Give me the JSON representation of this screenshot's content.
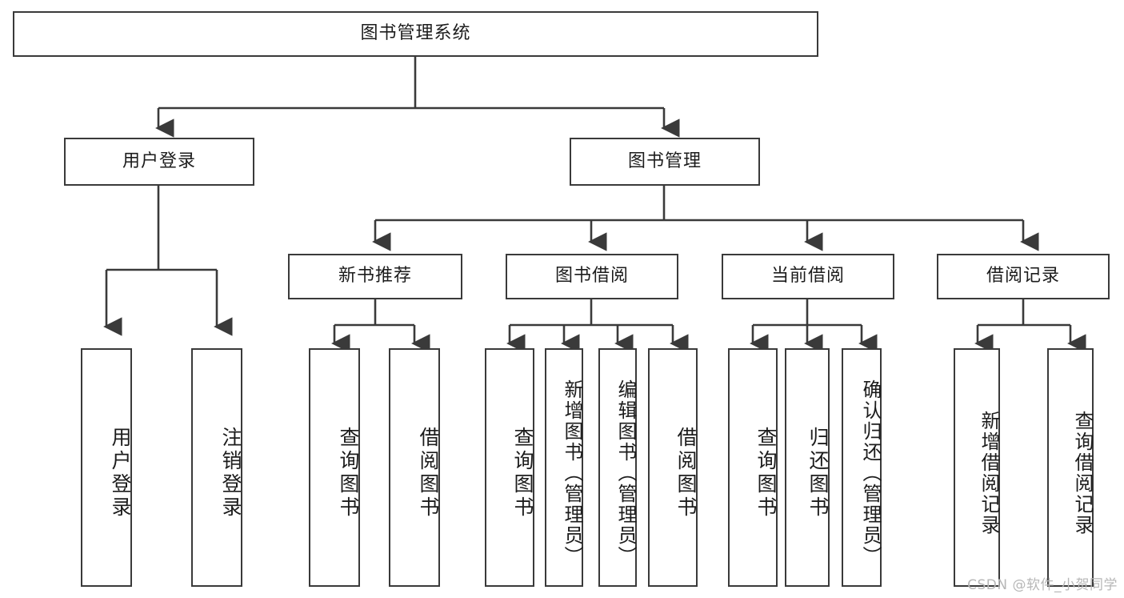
{
  "diagram": {
    "title": "图书管理系统",
    "type": "功能结构图",
    "watermark": "CSDN @软件_小贺同学",
    "colors": {
      "stroke": "#3a3a3a",
      "fill": "#ffffff",
      "text": "#1c1c1c",
      "watermark": "#b7b7b7"
    },
    "levels": {
      "root": {
        "label": "图书管理系统"
      },
      "level1": [
        {
          "label": "用户登录"
        },
        {
          "label": "图书管理"
        }
      ],
      "level2": [
        {
          "label": "新书推荐"
        },
        {
          "label": "图书借阅"
        },
        {
          "label": "当前借阅"
        },
        {
          "label": "借阅记录"
        }
      ],
      "leaves": {
        "user_login": [
          {
            "label": "用户登录"
          },
          {
            "label": "注销登录"
          }
        ],
        "new_book_recommend": [
          {
            "label": "查询图书"
          },
          {
            "label": "借阅图书"
          }
        ],
        "book_borrow": [
          {
            "label": "查询图书"
          },
          {
            "label": "新增图书（管理员）"
          },
          {
            "label": "编辑图书（管理员）"
          },
          {
            "label": "借阅图书"
          }
        ],
        "current_borrow": [
          {
            "label": "查询图书"
          },
          {
            "label": "归还图书"
          },
          {
            "label": "确认归还（管理员）"
          }
        ],
        "borrow_record": [
          {
            "label": "新增借阅记录"
          },
          {
            "label": "查询借阅记录"
          }
        ]
      }
    }
  }
}
